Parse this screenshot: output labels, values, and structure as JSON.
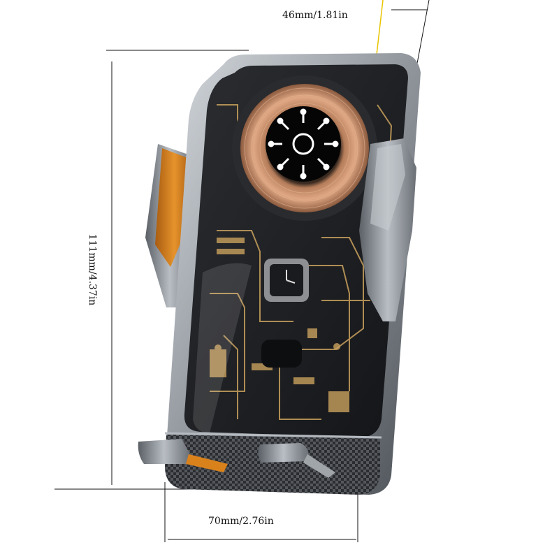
{
  "dimensions": {
    "width_top": "46mm/1.81in",
    "height_left": "111mm/4.37in",
    "width_bottom": "70mm/2.76in"
  },
  "colors": {
    "accent_orange": "#d9821c",
    "frame_silver": "#9aa0a6",
    "copper_coil": "#c88b62",
    "glass_dark": "#1c1d1f",
    "circuit_gold": "#c9a15d",
    "measure_line": "#e9c400"
  }
}
